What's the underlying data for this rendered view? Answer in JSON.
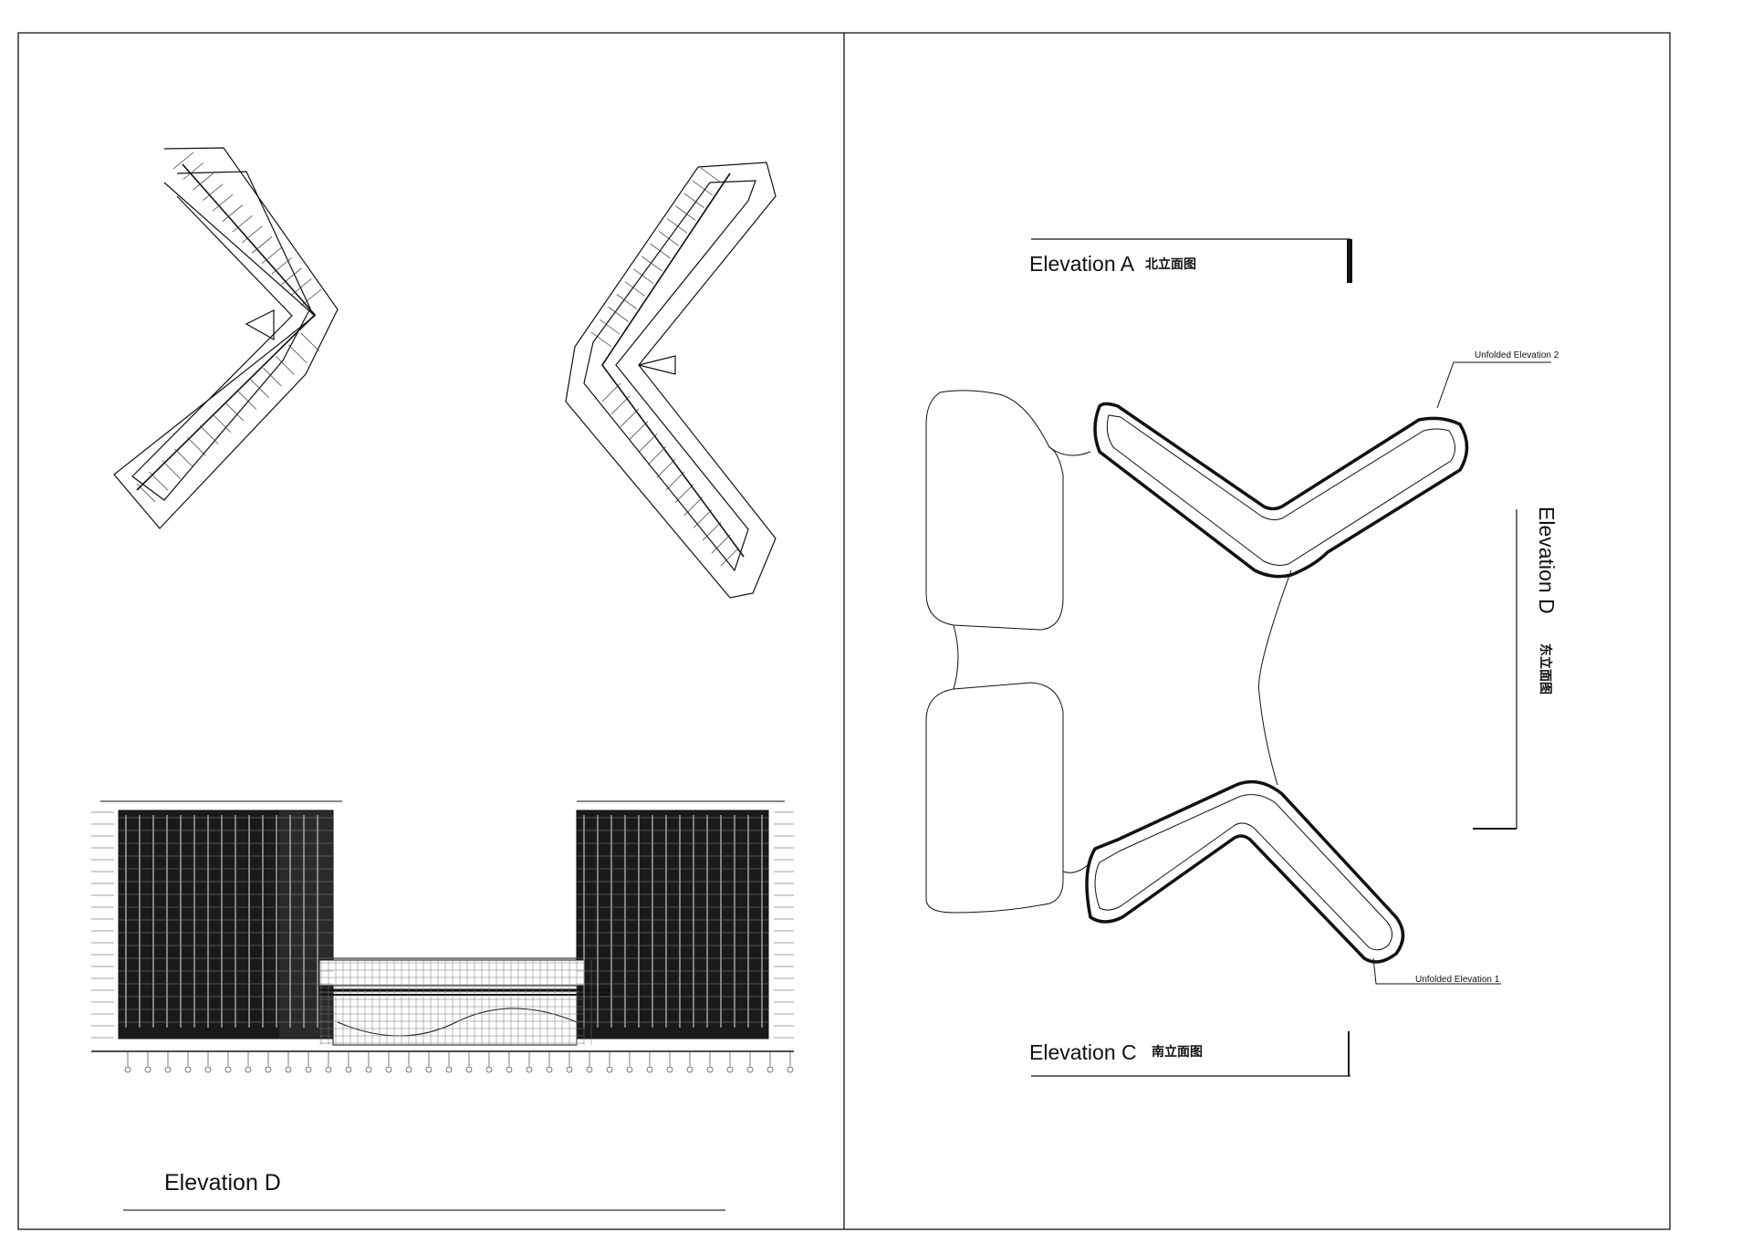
{
  "left_panel": {
    "elevation_title": "Elevation D"
  },
  "right_panel": {
    "elevation_a": {
      "title": "Elevation A",
      "subtitle": "北立面图"
    },
    "elevation_c": {
      "title": "Elevation C",
      "subtitle": "南立面图"
    },
    "elevation_d": {
      "title": "Elevation D",
      "subtitle": "东立面图"
    },
    "unfolded_2": "Unfolded Elevation 2",
    "unfolded_1": "Unfolded Elevation 1"
  },
  "colors": {
    "line": "#111111",
    "background": "#ffffff"
  }
}
